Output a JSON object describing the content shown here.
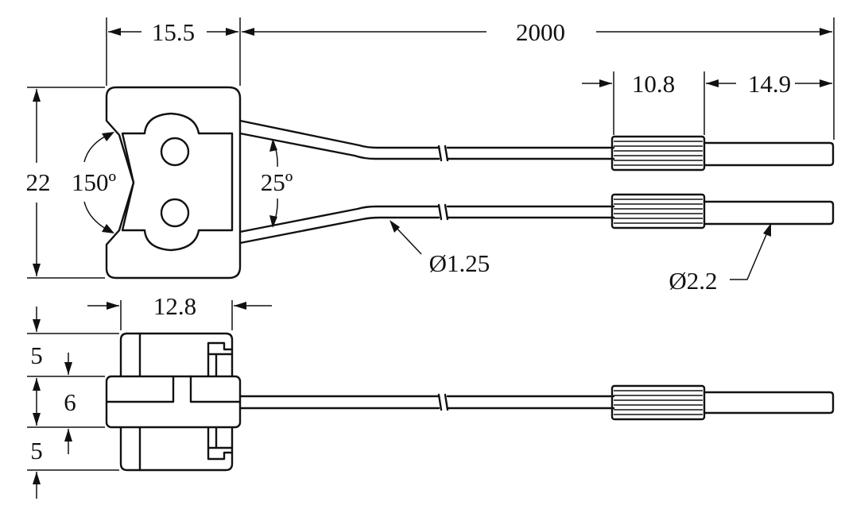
{
  "dimensions": {
    "holder_width": "15.5",
    "cable_length": "2000",
    "sleeve_length": "10.8",
    "probe_tip_length": "14.9",
    "holder_height": "22",
    "v_groove_angle": "150º",
    "fiber_spread_angle": "25º",
    "fiber_diameter": "Ø1.25",
    "probe_diameter": "Ø2.2",
    "holder_depth": "12.8",
    "flange_top": "5",
    "flange_middle": "6",
    "flange_bottom": "5"
  }
}
